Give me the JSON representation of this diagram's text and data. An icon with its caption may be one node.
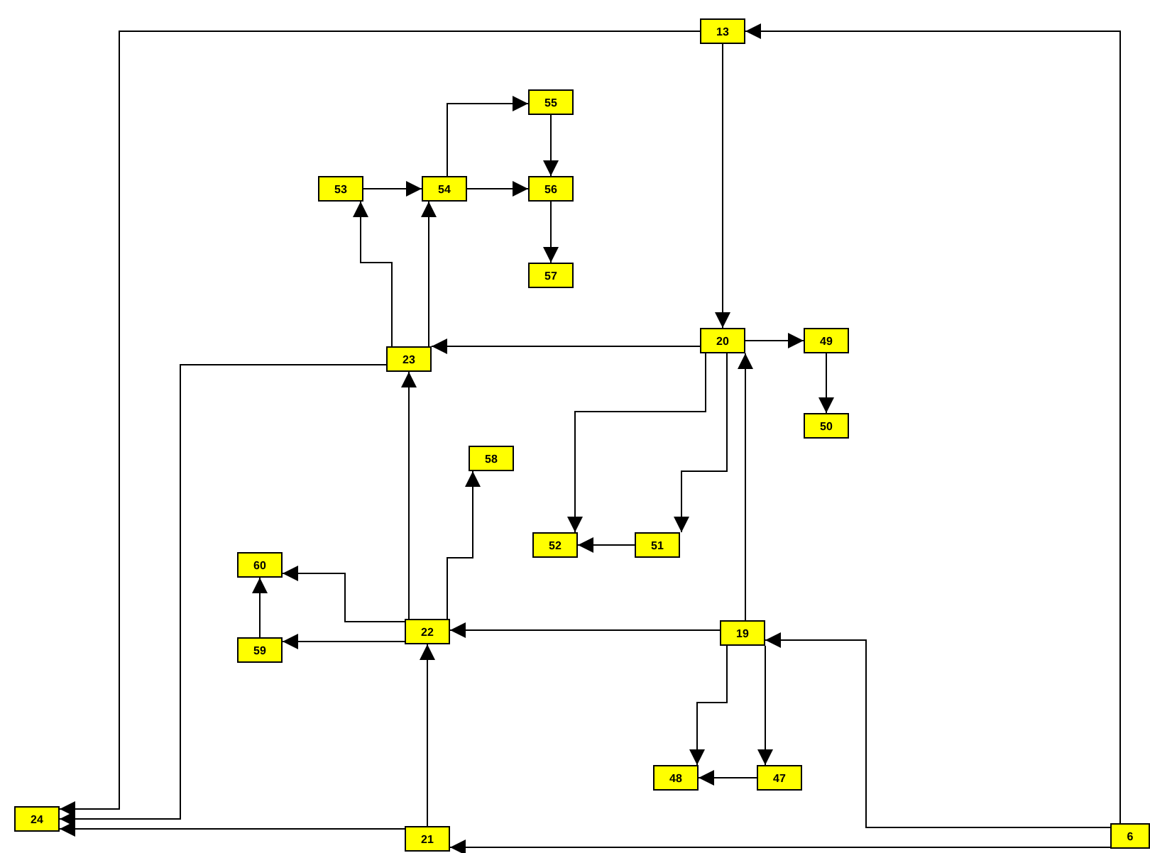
{
  "diagram": {
    "nodes": [
      {
        "text": [
          "13"
        ]
      },
      {
        "text": [
          "55"
        ]
      },
      {
        "text": [
          "53"
        ]
      },
      {
        "text": [
          "54"
        ]
      },
      {
        "text": [
          "56"
        ]
      },
      {
        "text": [
          "57"
        ]
      },
      {
        "text": [
          "20"
        ]
      },
      {
        "text": [
          "49"
        ]
      },
      {
        "text": [
          "23"
        ]
      },
      {
        "text": [
          "50"
        ]
      },
      {
        "text": [
          "58"
        ]
      },
      {
        "text": [
          "52"
        ]
      },
      {
        "text": [
          "51"
        ]
      },
      {
        "text": [
          "60"
        ]
      },
      {
        "text": [
          "22"
        ]
      },
      {
        "text": [
          "19"
        ]
      },
      {
        "text": [
          "59"
        ]
      },
      {
        "text": [
          "48"
        ]
      },
      {
        "text": [
          "47"
        ]
      },
      {
        "text": [
          "24"
        ]
      },
      {
        "text": [
          "21"
        ]
      },
      {
        "text": [
          "6"
        ]
      }
    ],
    "edges": [
      {
        "from": 21,
        "to": 0,
        "arrow": "to"
      },
      {
        "from": 0,
        "to": 19,
        "arrow": "to"
      },
      {
        "from": 0,
        "to": 6,
        "arrow": "to"
      },
      {
        "from": 6,
        "to": 7,
        "arrow": "to"
      },
      {
        "from": 7,
        "to": 9,
        "arrow": "to"
      },
      {
        "from": 6,
        "to": 8,
        "arrow": "to"
      },
      {
        "from": 6,
        "to": 11,
        "arrow": "to"
      },
      {
        "from": 6,
        "to": 12,
        "arrow": "to"
      },
      {
        "from": 15,
        "to": 6,
        "arrow": "to"
      },
      {
        "from": 12,
        "to": 11,
        "arrow": "to"
      },
      {
        "from": 8,
        "to": 19,
        "arrow": "to"
      },
      {
        "from": 8,
        "to": 2,
        "arrow": "to"
      },
      {
        "from": 8,
        "to": 3,
        "arrow": "to"
      },
      {
        "from": 2,
        "to": 3,
        "arrow": "to"
      },
      {
        "from": 3,
        "to": 1,
        "arrow": "to"
      },
      {
        "from": 3,
        "to": 4,
        "arrow": "to"
      },
      {
        "from": 1,
        "to": 4,
        "arrow": "to"
      },
      {
        "from": 4,
        "to": 5,
        "arrow": "to"
      },
      {
        "from": 14,
        "to": 8,
        "arrow": "to"
      },
      {
        "from": 14,
        "to": 10,
        "arrow": "to"
      },
      {
        "from": 14,
        "to": 13,
        "arrow": "to"
      },
      {
        "from": 14,
        "to": 16,
        "arrow": "to"
      },
      {
        "from": 16,
        "to": 13,
        "arrow": "to"
      },
      {
        "from": 15,
        "to": 14,
        "arrow": "to"
      },
      {
        "from": 15,
        "to": 17,
        "arrow": "to"
      },
      {
        "from": 15,
        "to": 18,
        "arrow": "to"
      },
      {
        "from": 18,
        "to": 17,
        "arrow": "to"
      },
      {
        "from": 20,
        "to": 14,
        "arrow": "to"
      },
      {
        "from": 20,
        "to": 19,
        "arrow": "to"
      },
      {
        "from": 21,
        "to": 20,
        "arrow": "to"
      },
      {
        "from": 21,
        "to": 15,
        "arrow": "to"
      }
    ]
  }
}
